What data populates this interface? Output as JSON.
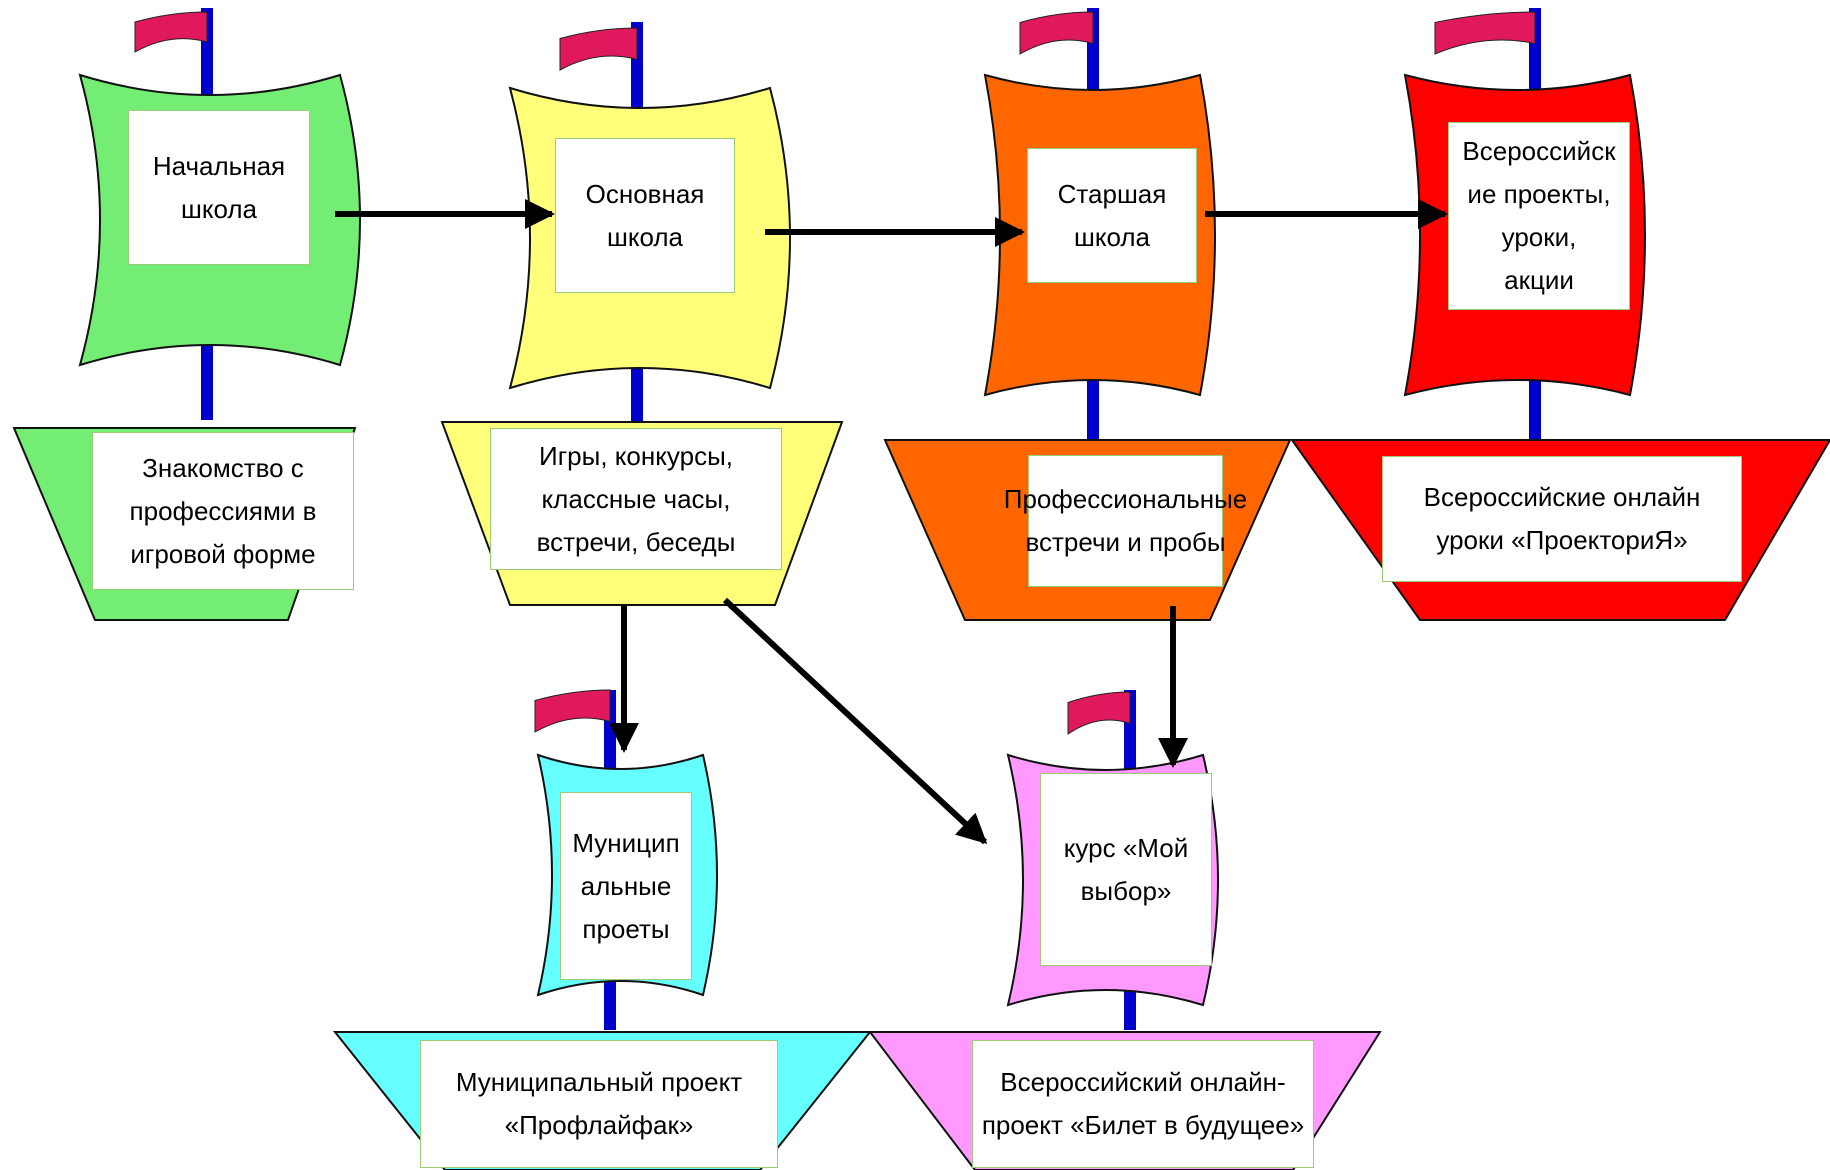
{
  "colors": {
    "green": "#73ed73",
    "yellow": "#ffff79",
    "orange": "#ff6600",
    "red": "#ff0000",
    "cyan": "#66ffff",
    "pink": "#ff99ff",
    "flag": "#e0195e",
    "mast": "#0000cc",
    "arrow": "#000000"
  },
  "ships": [
    {
      "id": "nachalnaya",
      "color": "green",
      "sail_text": "Начальная\nшкола",
      "hull_text": "Знакомство с\nпрофессиями  в\nигровой форме"
    },
    {
      "id": "osnovnaya",
      "color": "yellow",
      "sail_text": "Основная\nшкола",
      "hull_text": "Игры, конкурсы,\nклассные часы,\nвстречи, беседы"
    },
    {
      "id": "starshaya",
      "color": "orange",
      "sail_text": "Старшая\nшкола",
      "hull_text": "Профессиональные\nвстречи и пробы"
    },
    {
      "id": "vserossiyskie",
      "color": "red",
      "sail_text": "Всероссийск\nие проекты,\nуроки,\nакции",
      "hull_text": "Всероссийские онлайн\nуроки «ПроекториЯ»"
    },
    {
      "id": "municipalnye",
      "color": "cyan",
      "sail_text": "Муницип\nальные\nпроеты",
      "hull_text": "Муниципальный проект\n«Профлайфак»"
    },
    {
      "id": "moy-vybor",
      "color": "pink",
      "sail_text": "курс «Мой\nвыбор»",
      "hull_text": "Всероссийский онлайн-\nпроект «Билет в будущее»"
    }
  ],
  "connections": [
    {
      "from": "nachalnaya",
      "to": "osnovnaya"
    },
    {
      "from": "osnovnaya",
      "to": "starshaya"
    },
    {
      "from": "starshaya",
      "to": "vserossiyskie"
    },
    {
      "from": "osnovnaya",
      "to": "municipalnye"
    },
    {
      "from": "osnovnaya",
      "to": "moy-vybor"
    },
    {
      "from": "starshaya",
      "to": "moy-vybor"
    }
  ]
}
